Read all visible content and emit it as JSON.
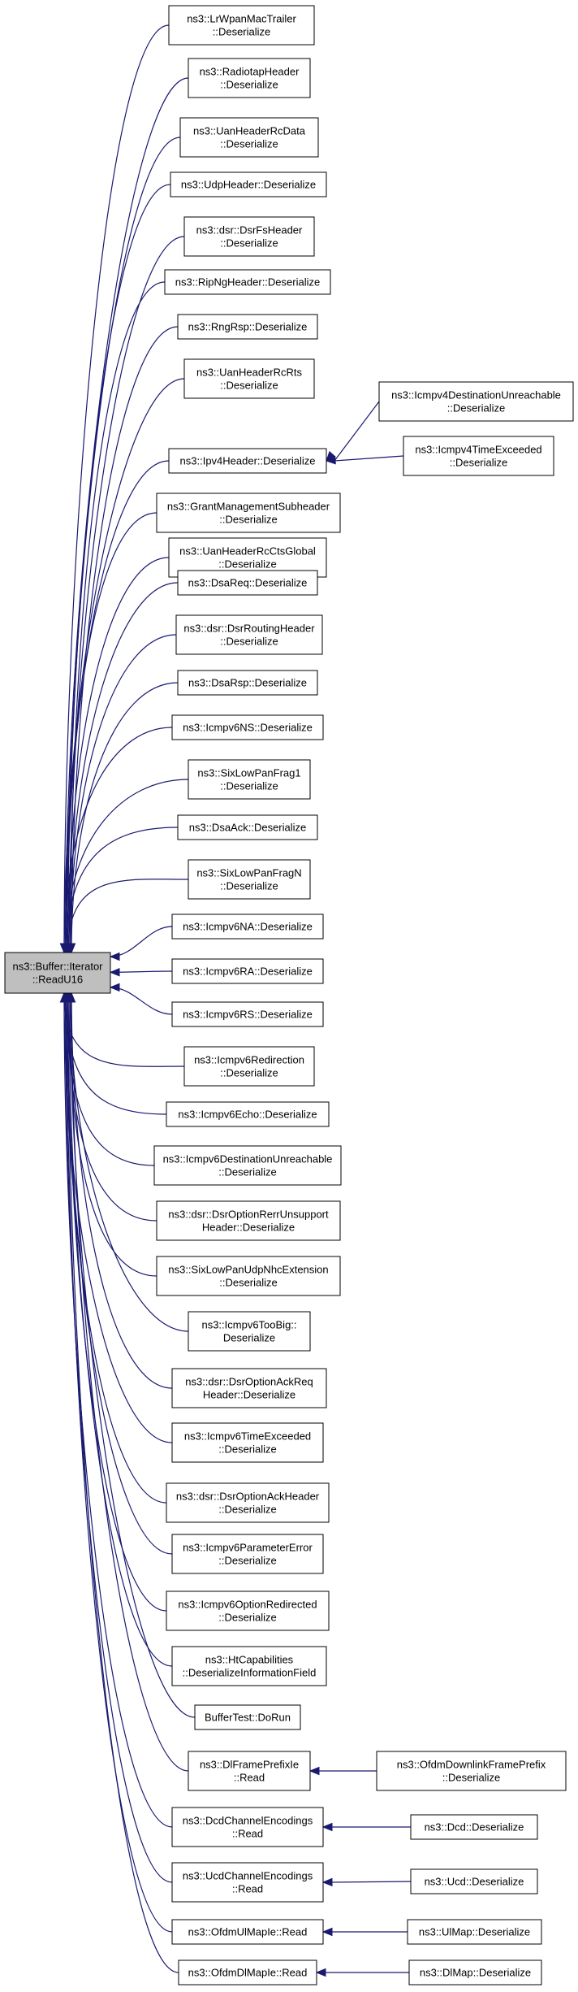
{
  "root": {
    "id": "root",
    "lines": [
      "ns3::Buffer::Iterator",
      "::ReadU16"
    ]
  },
  "callers": [
    {
      "id": "n1",
      "lines": [
        "ns3::LrWpanMacTrailer",
        "::Deserialize"
      ]
    },
    {
      "id": "n2",
      "lines": [
        "ns3::RadiotapHeader",
        "::Deserialize"
      ]
    },
    {
      "id": "n3",
      "lines": [
        "ns3::UanHeaderRcData",
        "::Deserialize"
      ]
    },
    {
      "id": "n4",
      "lines": [
        "ns3::UdpHeader::Deserialize"
      ]
    },
    {
      "id": "n5",
      "lines": [
        "ns3::dsr::DsrFsHeader",
        "::Deserialize"
      ]
    },
    {
      "id": "n6",
      "lines": [
        "ns3::RipNgHeader::Deserialize"
      ]
    },
    {
      "id": "n7",
      "lines": [
        "ns3::RngRsp::Deserialize"
      ]
    },
    {
      "id": "n8",
      "lines": [
        "ns3::UanHeaderRcRts",
        "::Deserialize"
      ]
    },
    {
      "id": "n9",
      "lines": [
        "ns3::Ipv4Header::Deserialize"
      ]
    },
    {
      "id": "n10",
      "lines": [
        "ns3::GrantManagementSubheader",
        "::Deserialize"
      ]
    },
    {
      "id": "n11",
      "lines": [
        "ns3::UanHeaderRcCtsGlobal",
        "::Deserialize"
      ]
    },
    {
      "id": "n12",
      "lines": [
        "ns3::DsaReq::Deserialize"
      ]
    },
    {
      "id": "n13",
      "lines": [
        "ns3::dsr::DsrRoutingHeader",
        "::Deserialize"
      ]
    },
    {
      "id": "n14",
      "lines": [
        "ns3::DsaRsp::Deserialize"
      ]
    },
    {
      "id": "n15",
      "lines": [
        "ns3::Icmpv6NS::Deserialize"
      ]
    },
    {
      "id": "n16",
      "lines": [
        "ns3::SixLowPanFrag1",
        "::Deserialize"
      ]
    },
    {
      "id": "n17",
      "lines": [
        "ns3::DsaAck::Deserialize"
      ]
    },
    {
      "id": "n18",
      "lines": [
        "ns3::SixLowPanFragN",
        "::Deserialize"
      ]
    },
    {
      "id": "n19",
      "lines": [
        "ns3::Icmpv6NA::Deserialize"
      ]
    },
    {
      "id": "n20",
      "lines": [
        "ns3::Icmpv6RA::Deserialize"
      ]
    },
    {
      "id": "n21",
      "lines": [
        "ns3::Icmpv6RS::Deserialize"
      ]
    },
    {
      "id": "n22",
      "lines": [
        "ns3::Icmpv6Redirection",
        "::Deserialize"
      ]
    },
    {
      "id": "n23",
      "lines": [
        "ns3::Icmpv6Echo::Deserialize"
      ]
    },
    {
      "id": "n24",
      "lines": [
        "ns3::Icmpv6DestinationUnreachable",
        "::Deserialize"
      ]
    },
    {
      "id": "n25",
      "lines": [
        "ns3::dsr::DsrOptionRerrUnsupport",
        "Header::Deserialize"
      ]
    },
    {
      "id": "n26",
      "lines": [
        "ns3::SixLowPanUdpNhcExtension",
        "::Deserialize"
      ]
    },
    {
      "id": "n27",
      "lines": [
        "ns3::Icmpv6TooBig::",
        "Deserialize"
      ]
    },
    {
      "id": "n28",
      "lines": [
        "ns3::dsr::DsrOptionAckReq",
        "Header::Deserialize"
      ]
    },
    {
      "id": "n29",
      "lines": [
        "ns3::Icmpv6TimeExceeded",
        "::Deserialize"
      ]
    },
    {
      "id": "n30",
      "lines": [
        "ns3::dsr::DsrOptionAckHeader",
        "::Deserialize"
      ]
    },
    {
      "id": "n31",
      "lines": [
        "ns3::Icmpv6ParameterError",
        "::Deserialize"
      ]
    },
    {
      "id": "n32",
      "lines": [
        "ns3::Icmpv6OptionRedirected",
        "::Deserialize"
      ]
    },
    {
      "id": "n33",
      "lines": [
        "ns3::HtCapabilities",
        "::DeserializeInformationField"
      ]
    },
    {
      "id": "n34",
      "lines": [
        "BufferTest::DoRun"
      ]
    },
    {
      "id": "n35",
      "lines": [
        "ns3::DlFramePrefixIe",
        "::Read"
      ]
    },
    {
      "id": "n36",
      "lines": [
        "ns3::DcdChannelEncodings",
        "::Read"
      ]
    },
    {
      "id": "n37",
      "lines": [
        "ns3::UcdChannelEncodings",
        "::Read"
      ]
    },
    {
      "id": "n38",
      "lines": [
        "ns3::OfdmUlMapIe::Read"
      ]
    },
    {
      "id": "n39",
      "lines": [
        "ns3::OfdmDlMapIe::Read"
      ]
    }
  ],
  "secondary": [
    {
      "id": "s1",
      "lines": [
        "ns3::Icmpv4DestinationUnreachable",
        "::Deserialize"
      ],
      "target": "n9"
    },
    {
      "id": "s2",
      "lines": [
        "ns3::Icmpv4TimeExceeded",
        "::Deserialize"
      ],
      "target": "n9"
    },
    {
      "id": "s3",
      "lines": [
        "ns3::OfdmDownlinkFramePrefix",
        "::Deserialize"
      ],
      "target": "n35"
    },
    {
      "id": "s4",
      "lines": [
        "ns3::Dcd::Deserialize"
      ],
      "target": "n36"
    },
    {
      "id": "s5",
      "lines": [
        "ns3::Ucd::Deserialize"
      ],
      "target": "n37"
    },
    {
      "id": "s6",
      "lines": [
        "ns3::UlMap::Deserialize"
      ],
      "target": "n38"
    },
    {
      "id": "s7",
      "lines": [
        "ns3::DlMap::Deserialize"
      ],
      "target": "n39"
    }
  ]
}
